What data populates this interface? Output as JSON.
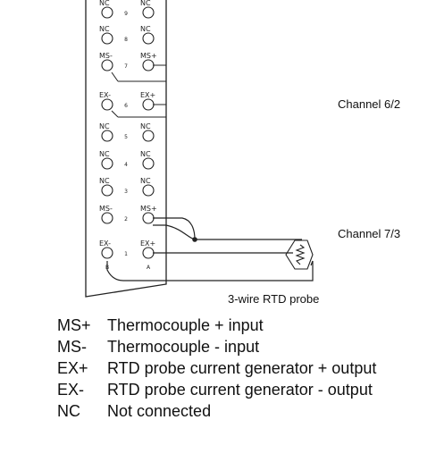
{
  "diagram": {
    "left_pins": [
      {
        "label": "NC",
        "num": "9"
      },
      {
        "label": "NC",
        "num": "8"
      },
      {
        "label": "MS-",
        "num": "7"
      },
      {
        "label": "EX-",
        "num": "6"
      },
      {
        "label": "NC",
        "num": "5"
      },
      {
        "label": "NC",
        "num": "4"
      },
      {
        "label": "NC",
        "num": "3"
      },
      {
        "label": "MS-",
        "num": "2"
      },
      {
        "label": "EX-",
        "num": "1"
      }
    ],
    "right_pins": [
      {
        "label": "NC"
      },
      {
        "label": "NC"
      },
      {
        "label": "MS+"
      },
      {
        "label": "EX+"
      },
      {
        "label": "NC"
      },
      {
        "label": "NC"
      },
      {
        "label": "NC"
      },
      {
        "label": "MS+"
      },
      {
        "label": "EX+"
      }
    ],
    "column_labels": {
      "left": "B",
      "right": "A"
    },
    "channel_top": "Channel 6/2",
    "channel_bottom": "Channel 7/3",
    "probe_label": "3-wire RTD probe"
  },
  "legend": [
    {
      "code": "MS+",
      "desc": "Thermocouple + input"
    },
    {
      "code": "MS-",
      "desc": "Thermocouple - input"
    },
    {
      "code": "EX+",
      "desc": "RTD probe current generator + output"
    },
    {
      "code": "EX-",
      "desc": "RTD probe current generator - output"
    },
    {
      "code": "NC",
      "desc": "Not connected"
    }
  ]
}
